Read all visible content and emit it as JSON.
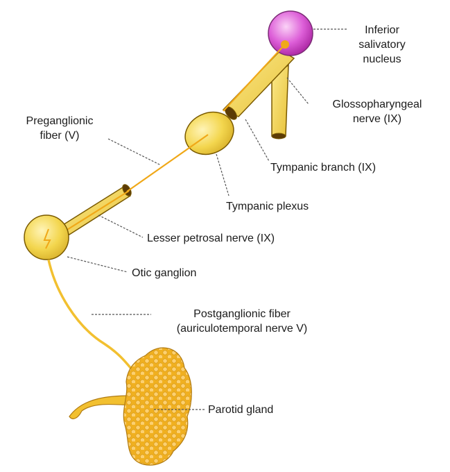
{
  "labels": {
    "inferior_salivatory_nucleus": "Inferior\nsalivatory\nnucleus",
    "glossopharyngeal_nerve": "Glossopharyngeal\nnerve (IX)",
    "preganglionic_fiber": "Preganglionic\nfiber (V)",
    "tympanic_branch": "Tympanic branch (IX)",
    "tympanic_plexus": "Tympanic plexus",
    "lesser_petrosal_nerve": "Lesser petrosal nerve (IX)",
    "otic_ganglion": "Otic ganglion",
    "postganglionic_fiber": "Postganglionic fiber\n(auriculotemporal nerve V)",
    "parotid_gland": "Parotid gland"
  },
  "colors": {
    "nerve_fill": "#f2d24a",
    "nerve_highlight": "#fbe98a",
    "nerve_outline": "#7a5a00",
    "nerve_cut_end": "#5b3b06",
    "fiber": "#f0a818",
    "nucleus_fill": "#d64ad0",
    "nucleus_highlight": "#f4a8f0",
    "gland_fill": "#f0b020",
    "gland_lobule": "#fcd070",
    "leader_line": "#555555"
  }
}
